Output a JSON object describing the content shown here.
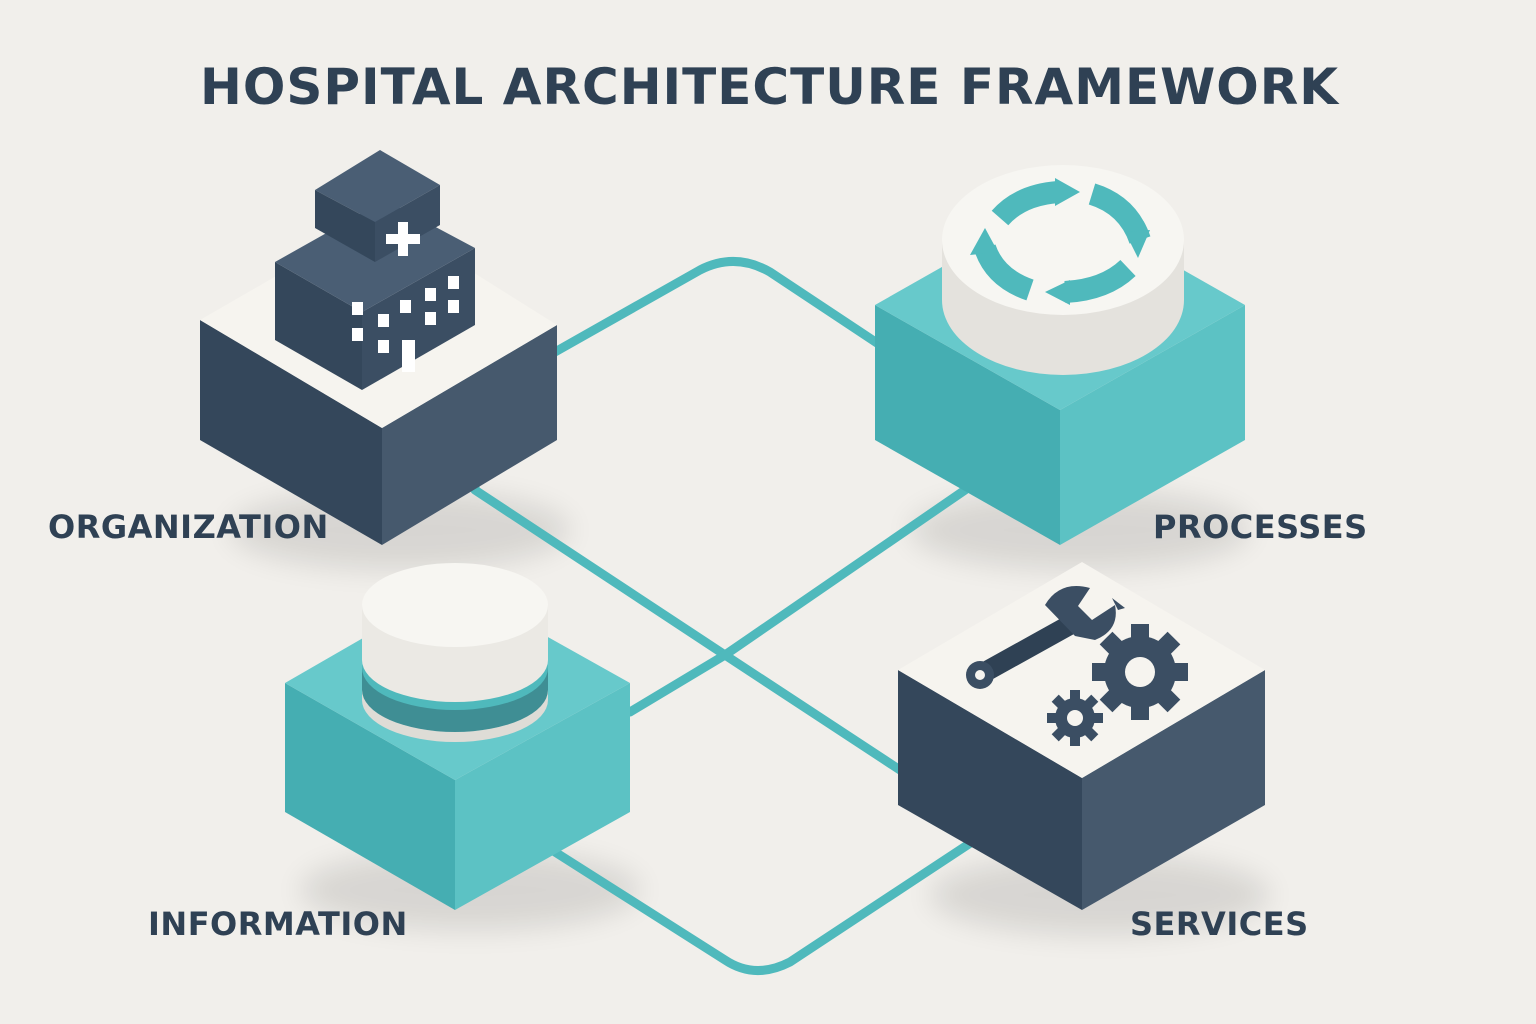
{
  "title": "HOSPITAL ARCHITECTURE FRAMEWORK",
  "nodes": {
    "organization": {
      "label": "ORGANIZATION",
      "icon": "hospital-building-icon"
    },
    "processes": {
      "label": "PROCESSES",
      "icon": "cycle-arrows-icon"
    },
    "information": {
      "label": "INFORMATION",
      "icon": "database-icon"
    },
    "services": {
      "label": "SERVICES",
      "icon": "wrench-gears-icon"
    }
  },
  "colors": {
    "navy": "#3b4e63",
    "teal": "#4fb9bc",
    "white": "#f7f6f2",
    "background": "#f1efeb",
    "text": "#2f4154"
  }
}
